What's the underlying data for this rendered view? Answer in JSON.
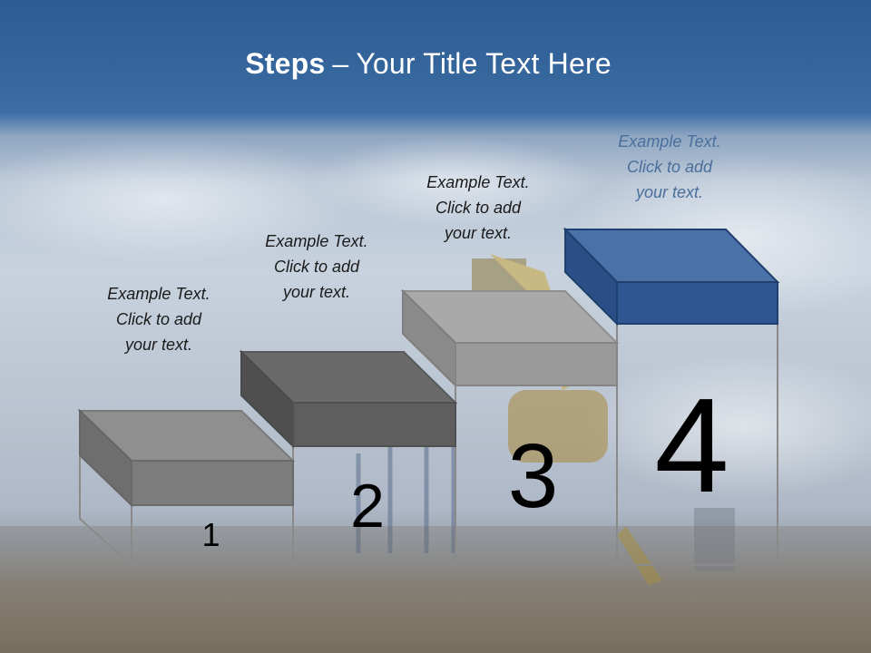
{
  "title": {
    "bold": "Steps",
    "dash": "–",
    "rest": "Your Title Text Here"
  },
  "steps": [
    {
      "number": "1",
      "line1": "Example Text.",
      "line2": "Click  to add",
      "line3": "your text."
    },
    {
      "number": "2",
      "line1": "Example Text.",
      "line2": "Click  to add",
      "line3": "your text."
    },
    {
      "number": "3",
      "line1": "Example Text.",
      "line2": "Click  to add",
      "line3": "your text."
    },
    {
      "number": "4",
      "line1": "Example Text.",
      "line2": "Click  to add",
      "line3": "your text."
    }
  ],
  "colors": {
    "header": "#2d5c93",
    "step_gray_dark": "#6e6e6e",
    "step_gray_mid": "#8c8c8c",
    "step_gray_light": "#a8a8a8",
    "step_blue_front": "#2c5591",
    "step_blue_top": "#3a66a3",
    "caption_blue": "#4a6f9b"
  }
}
